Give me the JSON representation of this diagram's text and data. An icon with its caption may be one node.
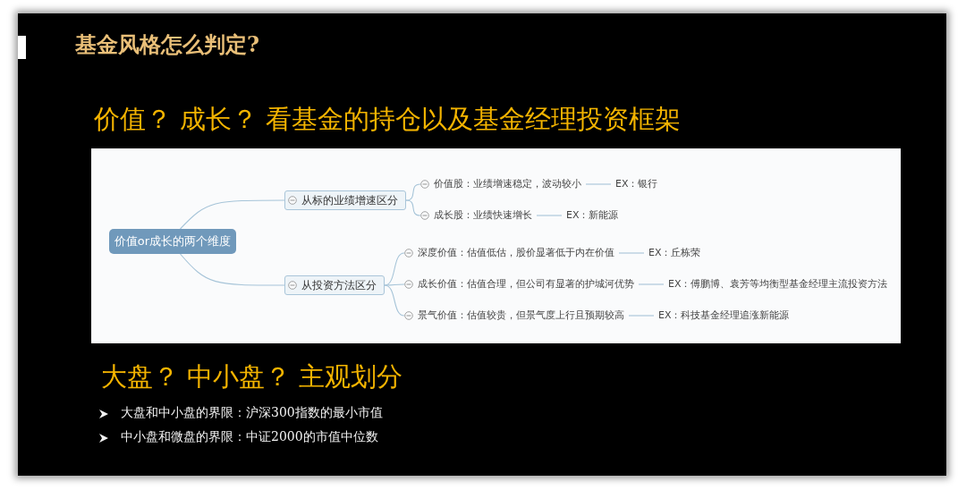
{
  "diagram": {
    "title": "基金风格怎么判定?",
    "nodes": [
      {
        "text": [
          "价值or成长的两个维度"
        ]
      },
      {
        "text": [
          "从标的业绩增速区分"
        ]
      },
      {
        "text": [
          "从投资方法区分"
        ]
      },
      {
        "text": [
          "价值股：业绩增速稳定，波动较小"
        ]
      },
      {
        "text": [
          "EX：银行"
        ]
      },
      {
        "text": [
          "成长股：业绩快速增长"
        ]
      },
      {
        "text": [
          "EX：新能源"
        ]
      },
      {
        "text": [
          "深度价值：估值低估，股价显著低于内在价值"
        ]
      },
      {
        "text": [
          "EX：丘栋荣"
        ]
      },
      {
        "text": [
          "成长价值：估值合理，但公司有显著的护城河优势"
        ]
      },
      {
        "text": [
          "EX：傅鹏博、袁芳等均衡型基金经理主流投资方法"
        ]
      },
      {
        "text": [
          "景气价值：估值较贵，但景气度上行且预期较高"
        ]
      },
      {
        "text": [
          "EX：科技基金经理追涨新能源"
        ]
      }
    ],
    "edges": [
      {
        "from": 0,
        "to": 1,
        "arrow": "none"
      },
      {
        "from": 0,
        "to": 2,
        "arrow": "none"
      },
      {
        "from": 1,
        "to": 3,
        "arrow": "none"
      },
      {
        "from": 1,
        "to": 5,
        "arrow": "none"
      },
      {
        "from": 3,
        "to": 4,
        "arrow": "none"
      },
      {
        "from": 5,
        "to": 6,
        "arrow": "none"
      },
      {
        "from": 2,
        "to": 7,
        "arrow": "none"
      },
      {
        "from": 2,
        "to": 9,
        "arrow": "none"
      },
      {
        "from": 2,
        "to": 11,
        "arrow": "none"
      },
      {
        "from": 7,
        "to": 8,
        "arrow": "none"
      },
      {
        "from": 9,
        "to": 10,
        "arrow": "none"
      },
      {
        "from": 11,
        "to": 12,
        "arrow": "none"
      }
    ],
    "labels": [
      "价值？ 成长？ 看基金的持仓以及基金经理投资框架",
      "大盘？ 中小盘？ 主观划分",
      "大盘和中小盘的界限：沪深300指数的最小市值",
      "中小盘和微盘的界限：中证2000的市值中位数"
    ]
  }
}
